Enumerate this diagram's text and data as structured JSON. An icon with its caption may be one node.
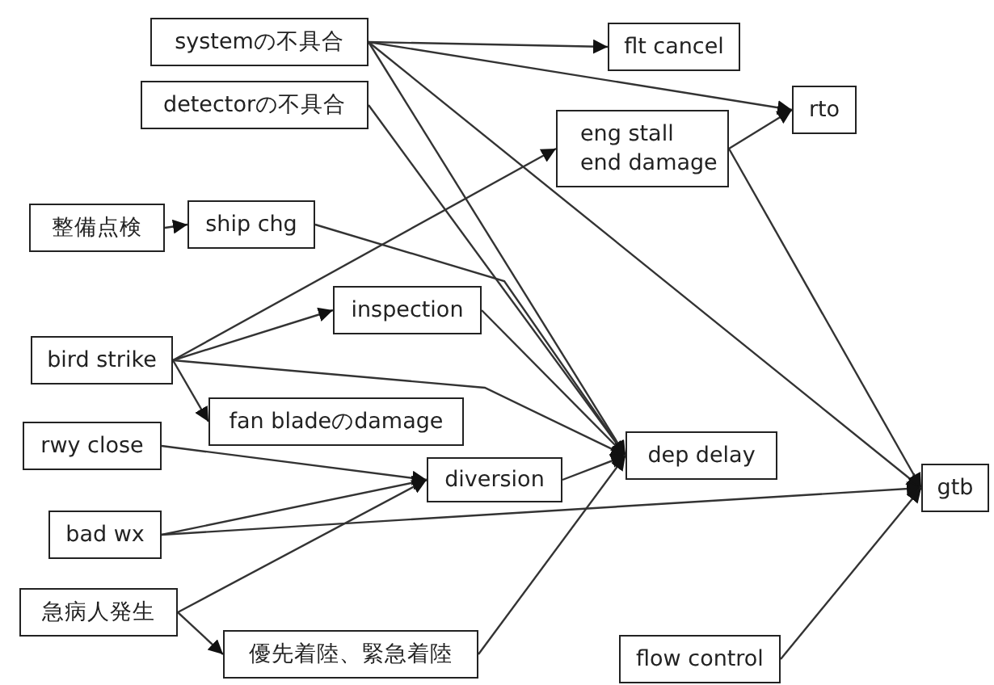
{
  "diagram": {
    "nodes": [
      {
        "text": [
          "systemの不具合"
        ]
      },
      {
        "text": [
          "detectorの不具合"
        ]
      },
      {
        "text": [
          "flt cancel"
        ]
      },
      {
        "text": [
          "rto"
        ]
      },
      {
        "text": [
          "eng stall end damage"
        ]
      },
      {
        "text": [
          "整備点検"
        ]
      },
      {
        "text": [
          "ship chg"
        ]
      },
      {
        "text": [
          "inspection"
        ]
      },
      {
        "text": [
          "bird strike"
        ]
      },
      {
        "text": [
          "fan bladeのdamage"
        ]
      },
      {
        "text": [
          "rwy close"
        ]
      },
      {
        "text": [
          "diversion"
        ]
      },
      {
        "text": [
          "dep delay"
        ]
      },
      {
        "text": [
          "bad wx"
        ]
      },
      {
        "text": [
          "gtb"
        ]
      },
      {
        "text": [
          "急病人発生"
        ]
      },
      {
        "text": [
          "優先着陸、緊急着陸"
        ]
      },
      {
        "text": [
          "flow control"
        ]
      }
    ],
    "edges": [
      {
        "from": 0,
        "to": 2,
        "arrow": "to"
      },
      {
        "from": 0,
        "to": 3,
        "arrow": "to"
      },
      {
        "from": 0,
        "to": 12,
        "arrow": "to"
      },
      {
        "from": 0,
        "to": 14,
        "arrow": "to"
      },
      {
        "from": 1,
        "to": 12,
        "arrow": "to"
      },
      {
        "from": 4,
        "to": 3,
        "arrow": "to"
      },
      {
        "from": 4,
        "to": 14,
        "arrow": "to"
      },
      {
        "from": 5,
        "to": 6,
        "arrow": "to"
      },
      {
        "from": 6,
        "to": 12,
        "arrow": "to"
      },
      {
        "from": 8,
        "to": 4,
        "arrow": "to"
      },
      {
        "from": 8,
        "to": 7,
        "arrow": "to"
      },
      {
        "from": 8,
        "to": 9,
        "arrow": "to"
      },
      {
        "from": 8,
        "to": 12,
        "arrow": "to"
      },
      {
        "from": 7,
        "to": 12,
        "arrow": "to"
      },
      {
        "from": 10,
        "to": 11,
        "arrow": "to"
      },
      {
        "from": 13,
        "to": 11,
        "arrow": "to"
      },
      {
        "from": 13,
        "to": 14,
        "arrow": "to"
      },
      {
        "from": 15,
        "to": 11,
        "arrow": "to"
      },
      {
        "from": 15,
        "to": 16,
        "arrow": "to"
      },
      {
        "from": 11,
        "to": 12,
        "arrow": "to"
      },
      {
        "from": 16,
        "to": 12,
        "arrow": "to"
      },
      {
        "from": 17,
        "to": 14,
        "arrow": "to"
      }
    ]
  }
}
